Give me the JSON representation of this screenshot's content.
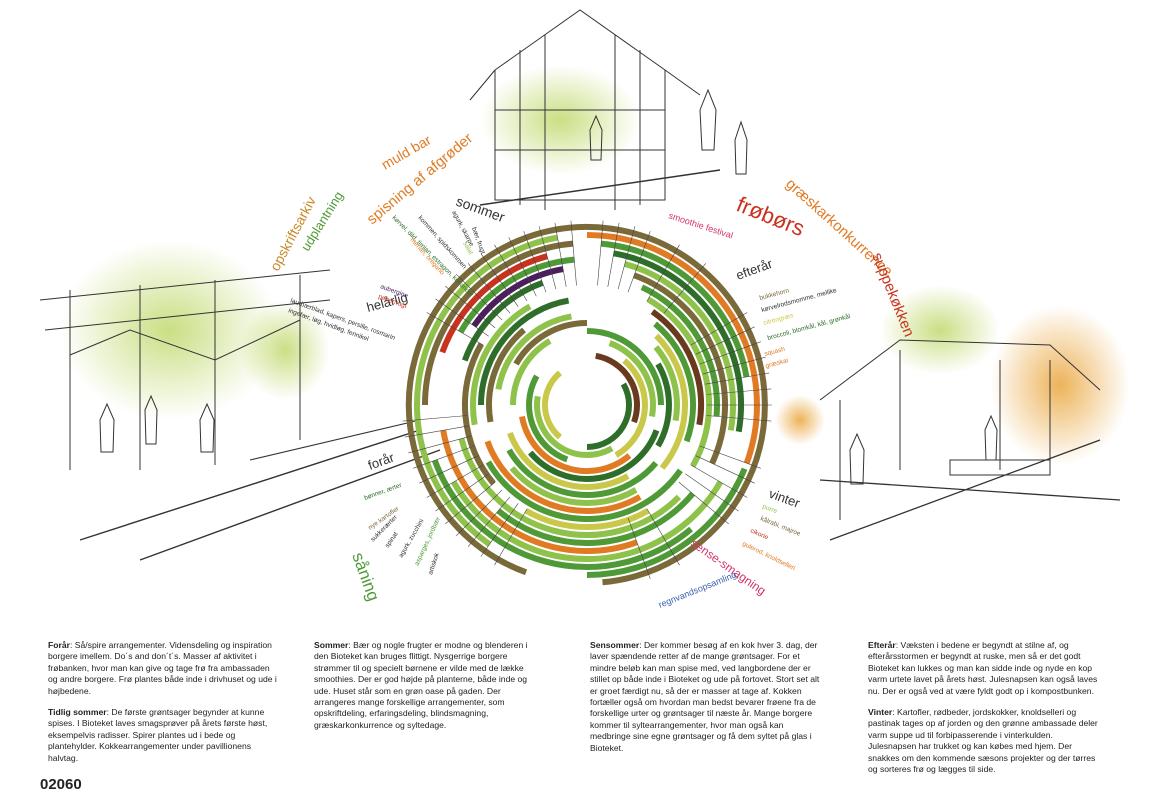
{
  "colors": {
    "olive": "#7a6a3a",
    "green_dark": "#2e6e2a",
    "green_mid": "#4f9a36",
    "green_light": "#8fc24a",
    "yellow_green": "#c9c84a",
    "orange": "#e07b24",
    "red": "#c8321f",
    "purple": "#4a1f5c",
    "brown": "#6a3a1e",
    "grey_dark": "#3a3a3a",
    "pink": "#d6336c",
    "blue": "#3a5fb0"
  },
  "seasons": {
    "sommer": "sommer",
    "helarlig": "helårlig",
    "efterar": "efterår",
    "vinter": "vinter",
    "forar": "forår"
  },
  "events": {
    "opskriftsarkiv": "opskriftsarkiv",
    "udplantning": "udplantning",
    "muld_bar": "muld bar",
    "spisning": "spisning af afgrøder",
    "frobors": "frøbørs",
    "graeskar": "græskarkonkurrence",
    "suppekokken": "suppekøkken",
    "smoothie": "smoothie festival",
    "sensesmagning": "sense-smagning",
    "regnvand": "regnvandsopsamling",
    "saning": "såning"
  },
  "crops": {
    "sommer": [
      "bær, frugt",
      "agurk, skarpe",
      "salat",
      "kørvel, dild, timian, estragon, koriander",
      "kommen, spidskommen",
      "merian, oregano"
    ],
    "helarlig": [
      "aubergine",
      "peberfrugt",
      "laurbærblad, kapers, persille, rosmarin",
      "ingefær, løg, hvidløg, fennikel"
    ],
    "efterar": [
      "bukkehorn",
      "kørvelrodsmomme, mellike",
      "citrongræs",
      "broccoli, blomkål, kål, grønkål",
      "squash",
      "græskar"
    ],
    "vinter": [
      "porre",
      "kålrabi, majroe",
      "cikorie",
      "gulerod, knoldselleri"
    ],
    "forar": [
      "bønner, ærter",
      "nye kartofler",
      "sukkerærter",
      "spinat",
      "agurk, zucchini",
      "asparges, jordbær",
      "artiskok"
    ]
  },
  "text": {
    "col1": [
      {
        "head": "Forår",
        "body": ": Så/spire arrangementer. Vidensdeling og inspiration borgere imellem. Do´s and don´t´s. Masser af aktivitet i frøbanken, hvor man kan give og tage frø fra ambassaden og andre borgere. Frø plantes både inde i drivhuset og ude i højbedene."
      },
      {
        "head": "Tidlig sommer",
        "body": ": De første grøntsager begynder at kunne spises. I Bioteket laves smagsprøver på årets første høst, eksempelvis radisser. Spirer plantes ud i bede og plantehylder. Kokkearrangementer under pavillionens halvtag."
      }
    ],
    "col2": [
      {
        "head": "Sommer",
        "body": ": Bær og nogle frugter er modne og blenderen i den Bioteket kan bruges flittigt. Nysgerrige borgere strømmer til og specielt børnene er vilde med de lække smoothies. Der er god højde på planterne, både inde og ude. Huset står som en grøn oase på gaden. Der arrangeres mange forskellige arrangementer, som opskriftdeling, erfaringsdeling, blindsmagning, græskarkonkurrence og syltedage."
      }
    ],
    "col3": [
      {
        "head": "Sensommer",
        "body": ": Der kommer besøg af en kok hver 3. dag, der laver spændende retter af de mange grøntsager. For et mindre beløb kan man spise med, ved langbordene der er stillet op både inde i Bioteket og ude på fortovet. Stort set alt er groet færdigt nu, så der er masser at tage af. Kokken fortæller også om hvordan man bedst bevarer frøene fra de forskellige urter og grøntsager til næste år. Mange borgere kommer til syltearrangementer, hvor man også kan medbringe sine egne grøntsager og få dem syltet på glas i Bioteket."
      }
    ],
    "col4": [
      {
        "head": "Efterår",
        "body": ": Væksten i bedene er begyndt at stilne af, og efterårsstormen er begyndt at ruske, men så er det godt Bioteket kan lukkes og man kan sidde inde og nyde en kop varm urtete lavet på årets høst. Julesnapsen kan også laves nu. Der er også ved at være fyldt godt op i kompostbunken."
      },
      {
        "head": "Vinter",
        "body": ": Kartofler, rødbeder, jordskokker, knoldselleri og pastinak tages op af jorden og den grønne ambassade deler varm suppe ud til forbipasserende i vinterkulden. Julesnapsen har trukket og kan købes med hjem. Der snakkes om den kommende sæsons projekter og der tørres og sorteres frø og lægges til side."
      }
    ]
  },
  "sheet_id": "02060"
}
